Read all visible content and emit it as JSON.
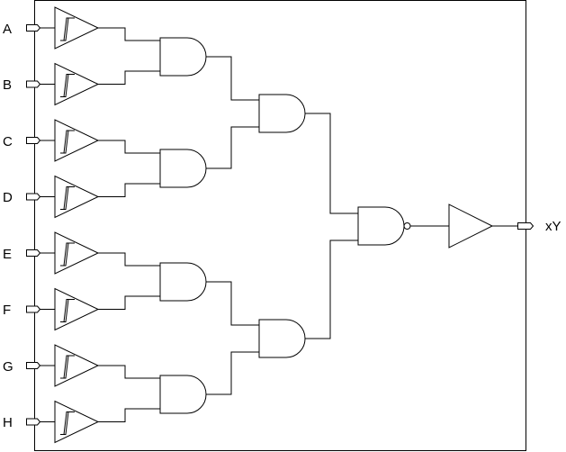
{
  "inputs": [
    "A",
    "B",
    "C",
    "D",
    "E",
    "F",
    "G",
    "H"
  ],
  "output": "xY"
}
